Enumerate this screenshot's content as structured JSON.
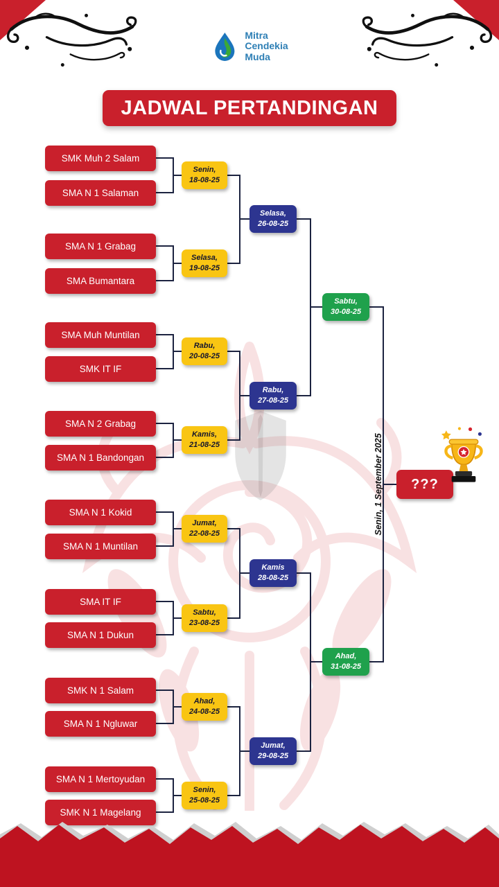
{
  "logo": {
    "lines": [
      "Mitra",
      "Cendekia",
      "Muda"
    ]
  },
  "title": "JADWAL PERTANDINGAN",
  "bracket": {
    "round1": [
      {
        "team1": "SMK Muh 2 Salam",
        "team2": "SMA N 1 Salaman",
        "day": "Senin,",
        "date": "18-08-25"
      },
      {
        "team1": "SMA N 1 Grabag",
        "team2": "SMA Bumantara",
        "day": "Selasa,",
        "date": "19-08-25"
      },
      {
        "team1": "SMA Muh Muntilan",
        "team2": "SMK IT IF",
        "day": "Rabu,",
        "date": "20-08-25"
      },
      {
        "team1": "SMA N 2 Grabag",
        "team2": "SMA N 1 Bandongan",
        "day": "Kamis,",
        "date": "21-08-25"
      },
      {
        "team1": "SMA N 1 Kokid",
        "team2": "SMA N 1 Muntilan",
        "day": "Jumat,",
        "date": "22-08-25"
      },
      {
        "team1": "SMA IT IF",
        "team2": "SMA N 1 Dukun",
        "day": "Sabtu,",
        "date": "23-08-25"
      },
      {
        "team1": "SMK N 1 Salam",
        "team2": "SMA N 1 Ngluwar",
        "day": "Ahad,",
        "date": "24-08-25"
      },
      {
        "team1": "SMA N 1 Mertoyudan",
        "team2": "SMK N 1 Magelang",
        "day": "Senin,",
        "date": "25-08-25"
      }
    ],
    "quarterfinals": [
      {
        "day": "Selasa,",
        "date": "26-08-25"
      },
      {
        "day": "Rabu,",
        "date": "27-08-25"
      },
      {
        "day": "Kamis",
        "date": "28-08-25"
      },
      {
        "day": "Jumat,",
        "date": "29-08-25"
      }
    ],
    "semifinals": [
      {
        "day": "Sabtu,",
        "date": "30-08-25"
      },
      {
        "day": "Ahad,",
        "date": "31-08-25"
      }
    ],
    "final": {
      "label": "???",
      "date_label": "Senin, 1 September 2025"
    }
  },
  "colors": {
    "red": "#C9202C",
    "yellow": "#F9C513",
    "blue": "#2D3590",
    "green": "#1FA14C",
    "line": "#1C2340",
    "logo_blue": "#2E7FB5"
  }
}
